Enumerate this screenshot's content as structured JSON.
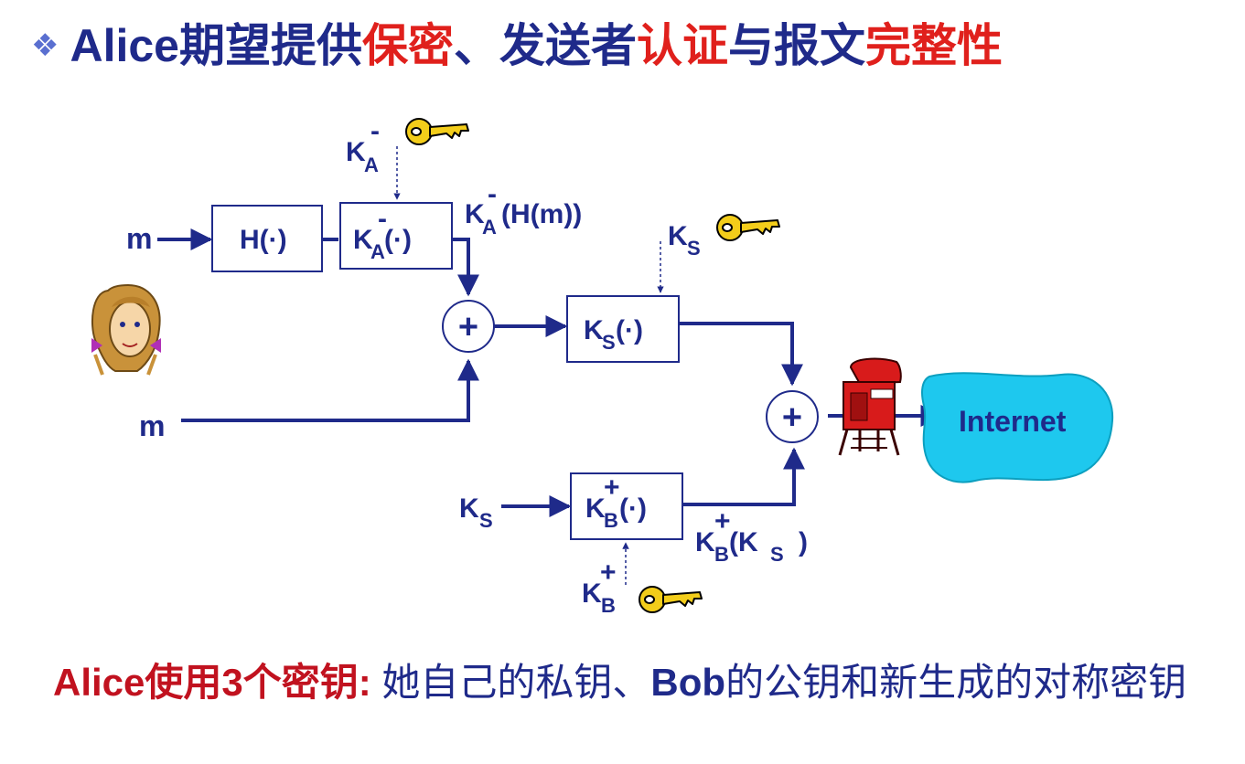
{
  "title": {
    "bullet": "❖",
    "p1": "Alice期望提供",
    "p2": "保密",
    "p3": "、发送者",
    "p4": "认证",
    "p5": "与报文",
    "p6": "完整性"
  },
  "diagram": {
    "m_top": "m",
    "m_bottom": "m",
    "hash_box": "H(·)",
    "ka_box_k": "K",
    "ka_box_sub": "A",
    "ka_box_sup": "-",
    "ka_box_tail": "(·)",
    "ka_key_k": "K",
    "ka_key_sub": "A",
    "ka_key_sup": "-",
    "sig_k": "K",
    "sig_sub": "A",
    "sig_sup": "-",
    "sig_tail": "(H(m))",
    "ks_key_k": "K",
    "ks_key_sub": "S",
    "ks_box_k": "K",
    "ks_box_sub": "S",
    "ks_box_tail": "(·)",
    "ks_in_k": "K",
    "ks_in_sub": "S",
    "kb_box_k": "K",
    "kb_box_sub": "B",
    "kb_box_sup": "+",
    "kb_box_tail": "(·)",
    "kb_out_k": "K",
    "kb_out_sub": "B",
    "kb_out_sup": "+",
    "kb_out_mid": "(K",
    "kb_out_sub2": "S",
    "kb_out_tail": ")",
    "kb_key_k": "K",
    "kb_key_sub": "B",
    "kb_key_sup": "+",
    "internet": "Internet",
    "plus": "+"
  },
  "caption": {
    "p1": "Alice使用3个密钥:",
    "p2": " 她自己的私钥、",
    "p3": "Bob",
    "p4": "的公钥和新生成的对称密钥"
  },
  "colors": {
    "ink": "#1f2a8a",
    "red": "#e0201c",
    "cloud": "#1ec8ee",
    "key": "#f3cd1a"
  },
  "icons": [
    "key-icon",
    "alice-icon",
    "mailbox-icon",
    "cloud-icon"
  ]
}
